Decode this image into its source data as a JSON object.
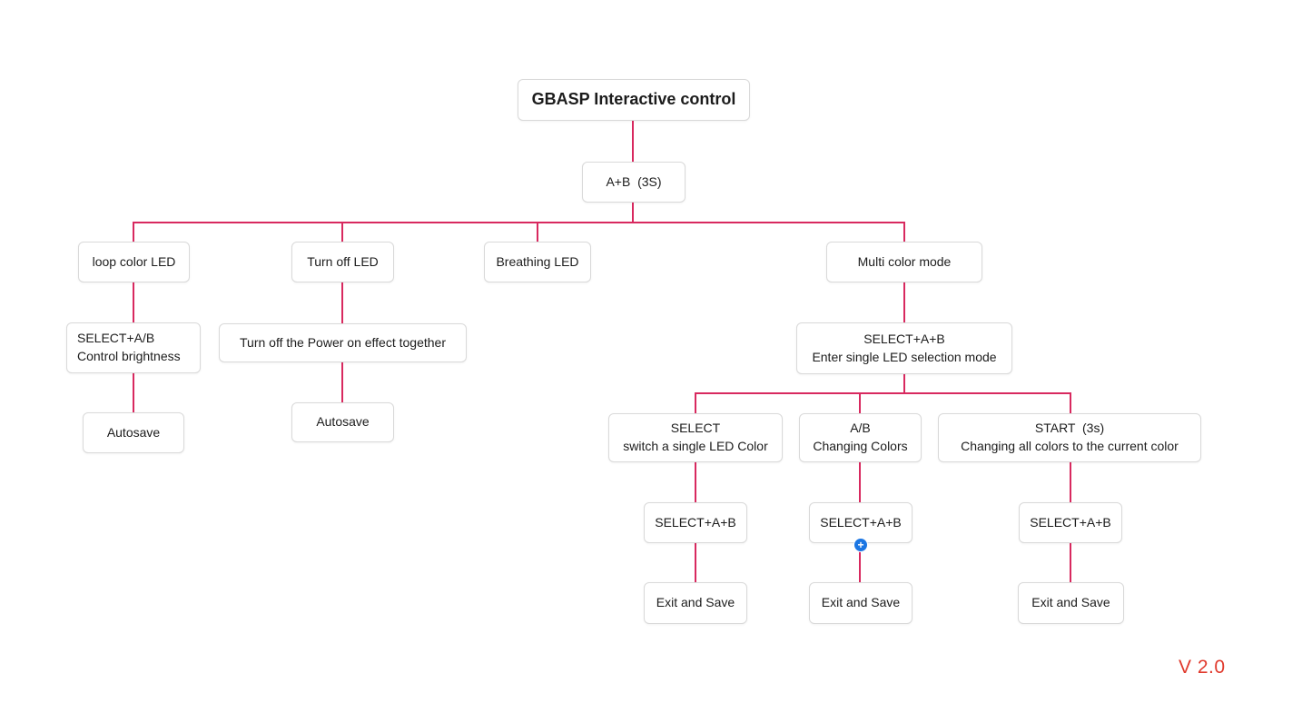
{
  "diagram_title": "GBASP Interactive control",
  "nodes": {
    "root": {
      "label": "GBASP Interactive control"
    },
    "trigger": {
      "label": "A+B  (3S)"
    },
    "loop_color_led": {
      "label": "loop color LED"
    },
    "turn_off_led": {
      "label": "Turn off LED"
    },
    "breathing_led": {
      "label": "Breathing LED"
    },
    "multi_color_mode": {
      "label": "Multi color mode"
    },
    "control_brightness": {
      "label": "SELECT+A/B\nControl brightness"
    },
    "turn_off_power": {
      "label": "Turn off the Power on effect together"
    },
    "enter_single_led": {
      "label": "SELECT+A+B\nEnter single LED selection mode"
    },
    "autosave_1": {
      "label": "Autosave"
    },
    "autosave_2": {
      "label": "Autosave"
    },
    "switch_single_led": {
      "label": "SELECT\nswitch a single LED Color"
    },
    "ab_changing": {
      "label": "A/B\nChanging Colors"
    },
    "start_changing_all": {
      "label": "START  (3s)\nChanging all colors to the current color"
    },
    "combo_1": {
      "label": "SELECT+A+B"
    },
    "combo_2": {
      "label": "SELECT+A+B"
    },
    "combo_3": {
      "label": "SELECT+A+B"
    },
    "exit_save_1": {
      "label": "Exit and Save"
    },
    "exit_save_2": {
      "label": "Exit and Save"
    },
    "exit_save_3": {
      "label": "Exit and Save"
    }
  },
  "icons": {
    "plus": "+"
  },
  "version_label": "V 2.0",
  "theme": {
    "line_color": "#d8295f",
    "version_color": "#e0392c",
    "plus_badge_color": "#1b76e3",
    "node_border_color": "#d9d9d9",
    "text_color": "#1c1c1c"
  }
}
